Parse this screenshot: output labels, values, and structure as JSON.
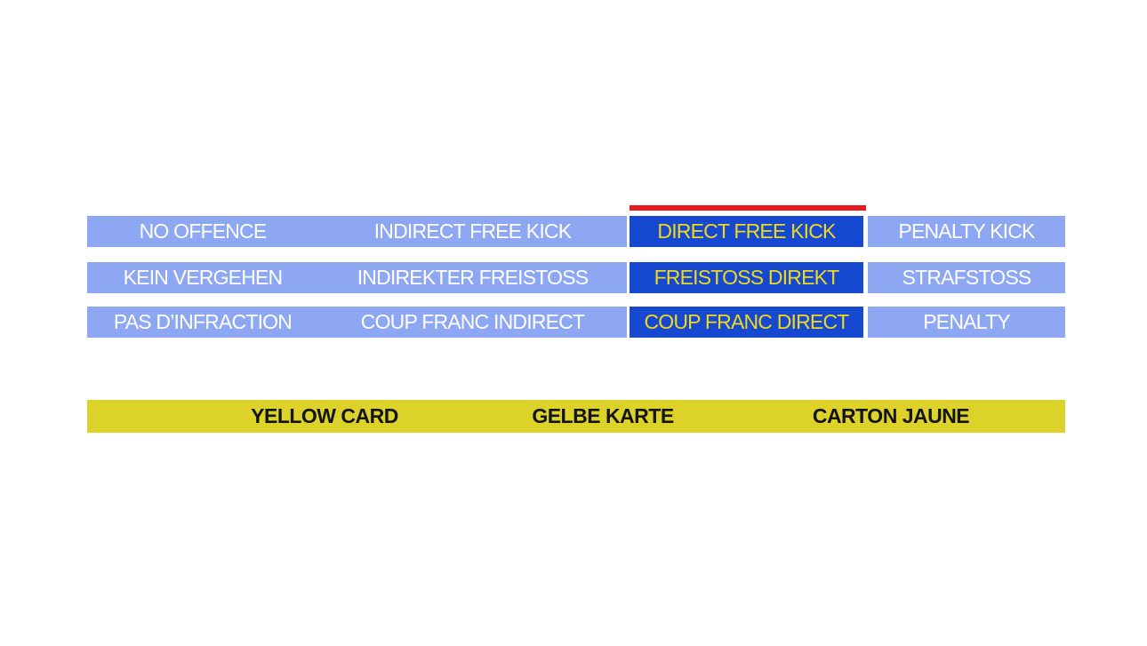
{
  "colors": {
    "page_bg": "#ffffff",
    "light_blue": "#8da7f2",
    "dark_blue": "#1749d0",
    "red": "#e8191e",
    "yellow": "#dcd229",
    "text_white": "#ffffff",
    "text_yellow": "#efd91d",
    "text_black": "#141414"
  },
  "grid": {
    "selected_column": 2,
    "selected_indicator": "red-bar-above-selected-column",
    "rows": [
      {
        "language": "english",
        "cells": [
          {
            "label": "NO OFFENCE",
            "selected": false
          },
          {
            "label": "INDIRECT FREE KICK",
            "selected": false
          },
          {
            "label": "DIRECT FREE KICK",
            "selected": true
          },
          {
            "label": "PENALTY KICK",
            "selected": false
          }
        ]
      },
      {
        "language": "german",
        "cells": [
          {
            "label": "KEIN VERGEHEN",
            "selected": false
          },
          {
            "label": "INDIREKTER FREISTOSS",
            "selected": false
          },
          {
            "label": "FREISTOSS DIREKT",
            "selected": true
          },
          {
            "label": "STRAFSTOSS",
            "selected": false
          }
        ]
      },
      {
        "language": "french",
        "cells": [
          {
            "label": "PAS D’INFRACTION",
            "selected": false
          },
          {
            "label": "COUP FRANC INDIRECT",
            "selected": false
          },
          {
            "label": "COUP FRANC DIRECT",
            "selected": true
          },
          {
            "label": "PENALTY",
            "selected": false
          }
        ]
      }
    ]
  },
  "card_bar": {
    "labels": [
      {
        "language": "english",
        "label": "YELLOW CARD"
      },
      {
        "language": "german",
        "label": "GELBE KARTE"
      },
      {
        "language": "french",
        "label": "CARTON JAUNE"
      }
    ]
  }
}
